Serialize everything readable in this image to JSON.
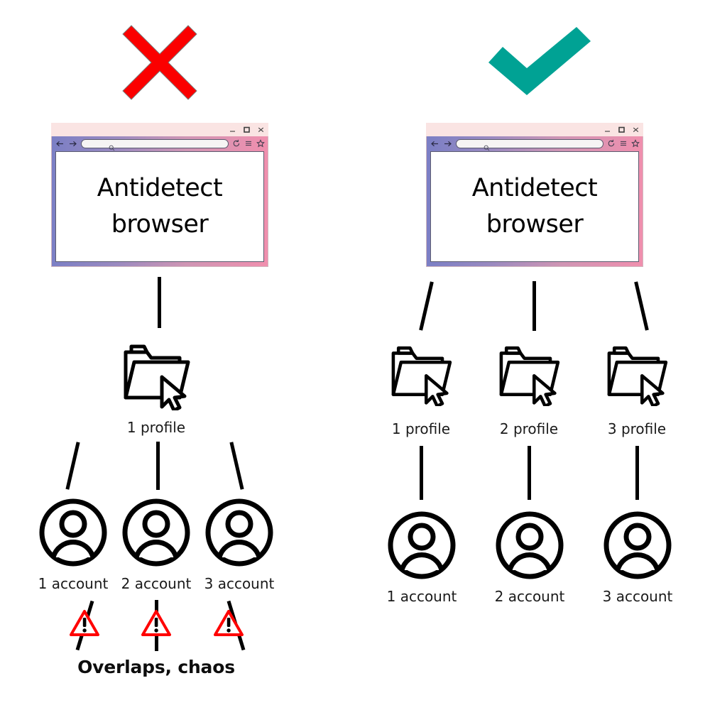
{
  "diagram": {
    "title": "Antidetect browser profile isolation comparison",
    "colors": {
      "cross_red": "#fb0000",
      "check_teal": "#00a294",
      "warning_red": "#ff0000",
      "line_black": "#000000",
      "frame_blue": "#7b7fc5",
      "frame_pink": "#f08fae",
      "titlebar_pink": "#fae4e3"
    }
  },
  "left_panel": {
    "verdict_icon": "cross-icon",
    "verdict_meaning": "bad",
    "browser": {
      "window_controls": [
        "minimize-icon",
        "maximize-icon",
        "close-icon"
      ],
      "nav_icons": [
        "back-arrow-icon",
        "forward-arrow-icon"
      ],
      "url_value": "",
      "url_placeholder": "",
      "search_icon": "magnifier-icon",
      "toolbar_icons": [
        "reload-icon",
        "hamburger-menu-icon",
        "bookmark-star-icon"
      ],
      "page_line1": "Antidetect",
      "page_line2": "browser"
    },
    "profiles": [
      {
        "icon": "folder-cursor-icon",
        "label": "1 profile"
      }
    ],
    "accounts": [
      {
        "icon": "user-circle-icon",
        "label": "1 account"
      },
      {
        "icon": "user-circle-icon",
        "label": "2 account"
      },
      {
        "icon": "user-circle-icon",
        "label": "3 account"
      }
    ],
    "warnings": [
      {
        "icon": "warning-triangle-icon"
      },
      {
        "icon": "warning-triangle-icon"
      },
      {
        "icon": "warning-triangle-icon"
      }
    ],
    "footnote": "Overlaps, chaos"
  },
  "right_panel": {
    "verdict_icon": "checkmark-icon",
    "verdict_meaning": "good",
    "browser": {
      "window_controls": [
        "minimize-icon",
        "maximize-icon",
        "close-icon"
      ],
      "nav_icons": [
        "back-arrow-icon",
        "forward-arrow-icon"
      ],
      "url_value": "",
      "url_placeholder": "",
      "search_icon": "magnifier-icon",
      "toolbar_icons": [
        "reload-icon",
        "hamburger-menu-icon",
        "bookmark-star-icon"
      ],
      "page_line1": "Antidetect",
      "page_line2": "browser"
    },
    "profiles": [
      {
        "icon": "folder-cursor-icon",
        "label": "1 profile"
      },
      {
        "icon": "folder-cursor-icon",
        "label": "2 profile"
      },
      {
        "icon": "folder-cursor-icon",
        "label": "3 profile"
      }
    ],
    "accounts": [
      {
        "icon": "user-circle-icon",
        "label": "1 account"
      },
      {
        "icon": "user-circle-icon",
        "label": "2 account"
      },
      {
        "icon": "user-circle-icon",
        "label": "3 account"
      }
    ],
    "warnings": [],
    "footnote": ""
  }
}
